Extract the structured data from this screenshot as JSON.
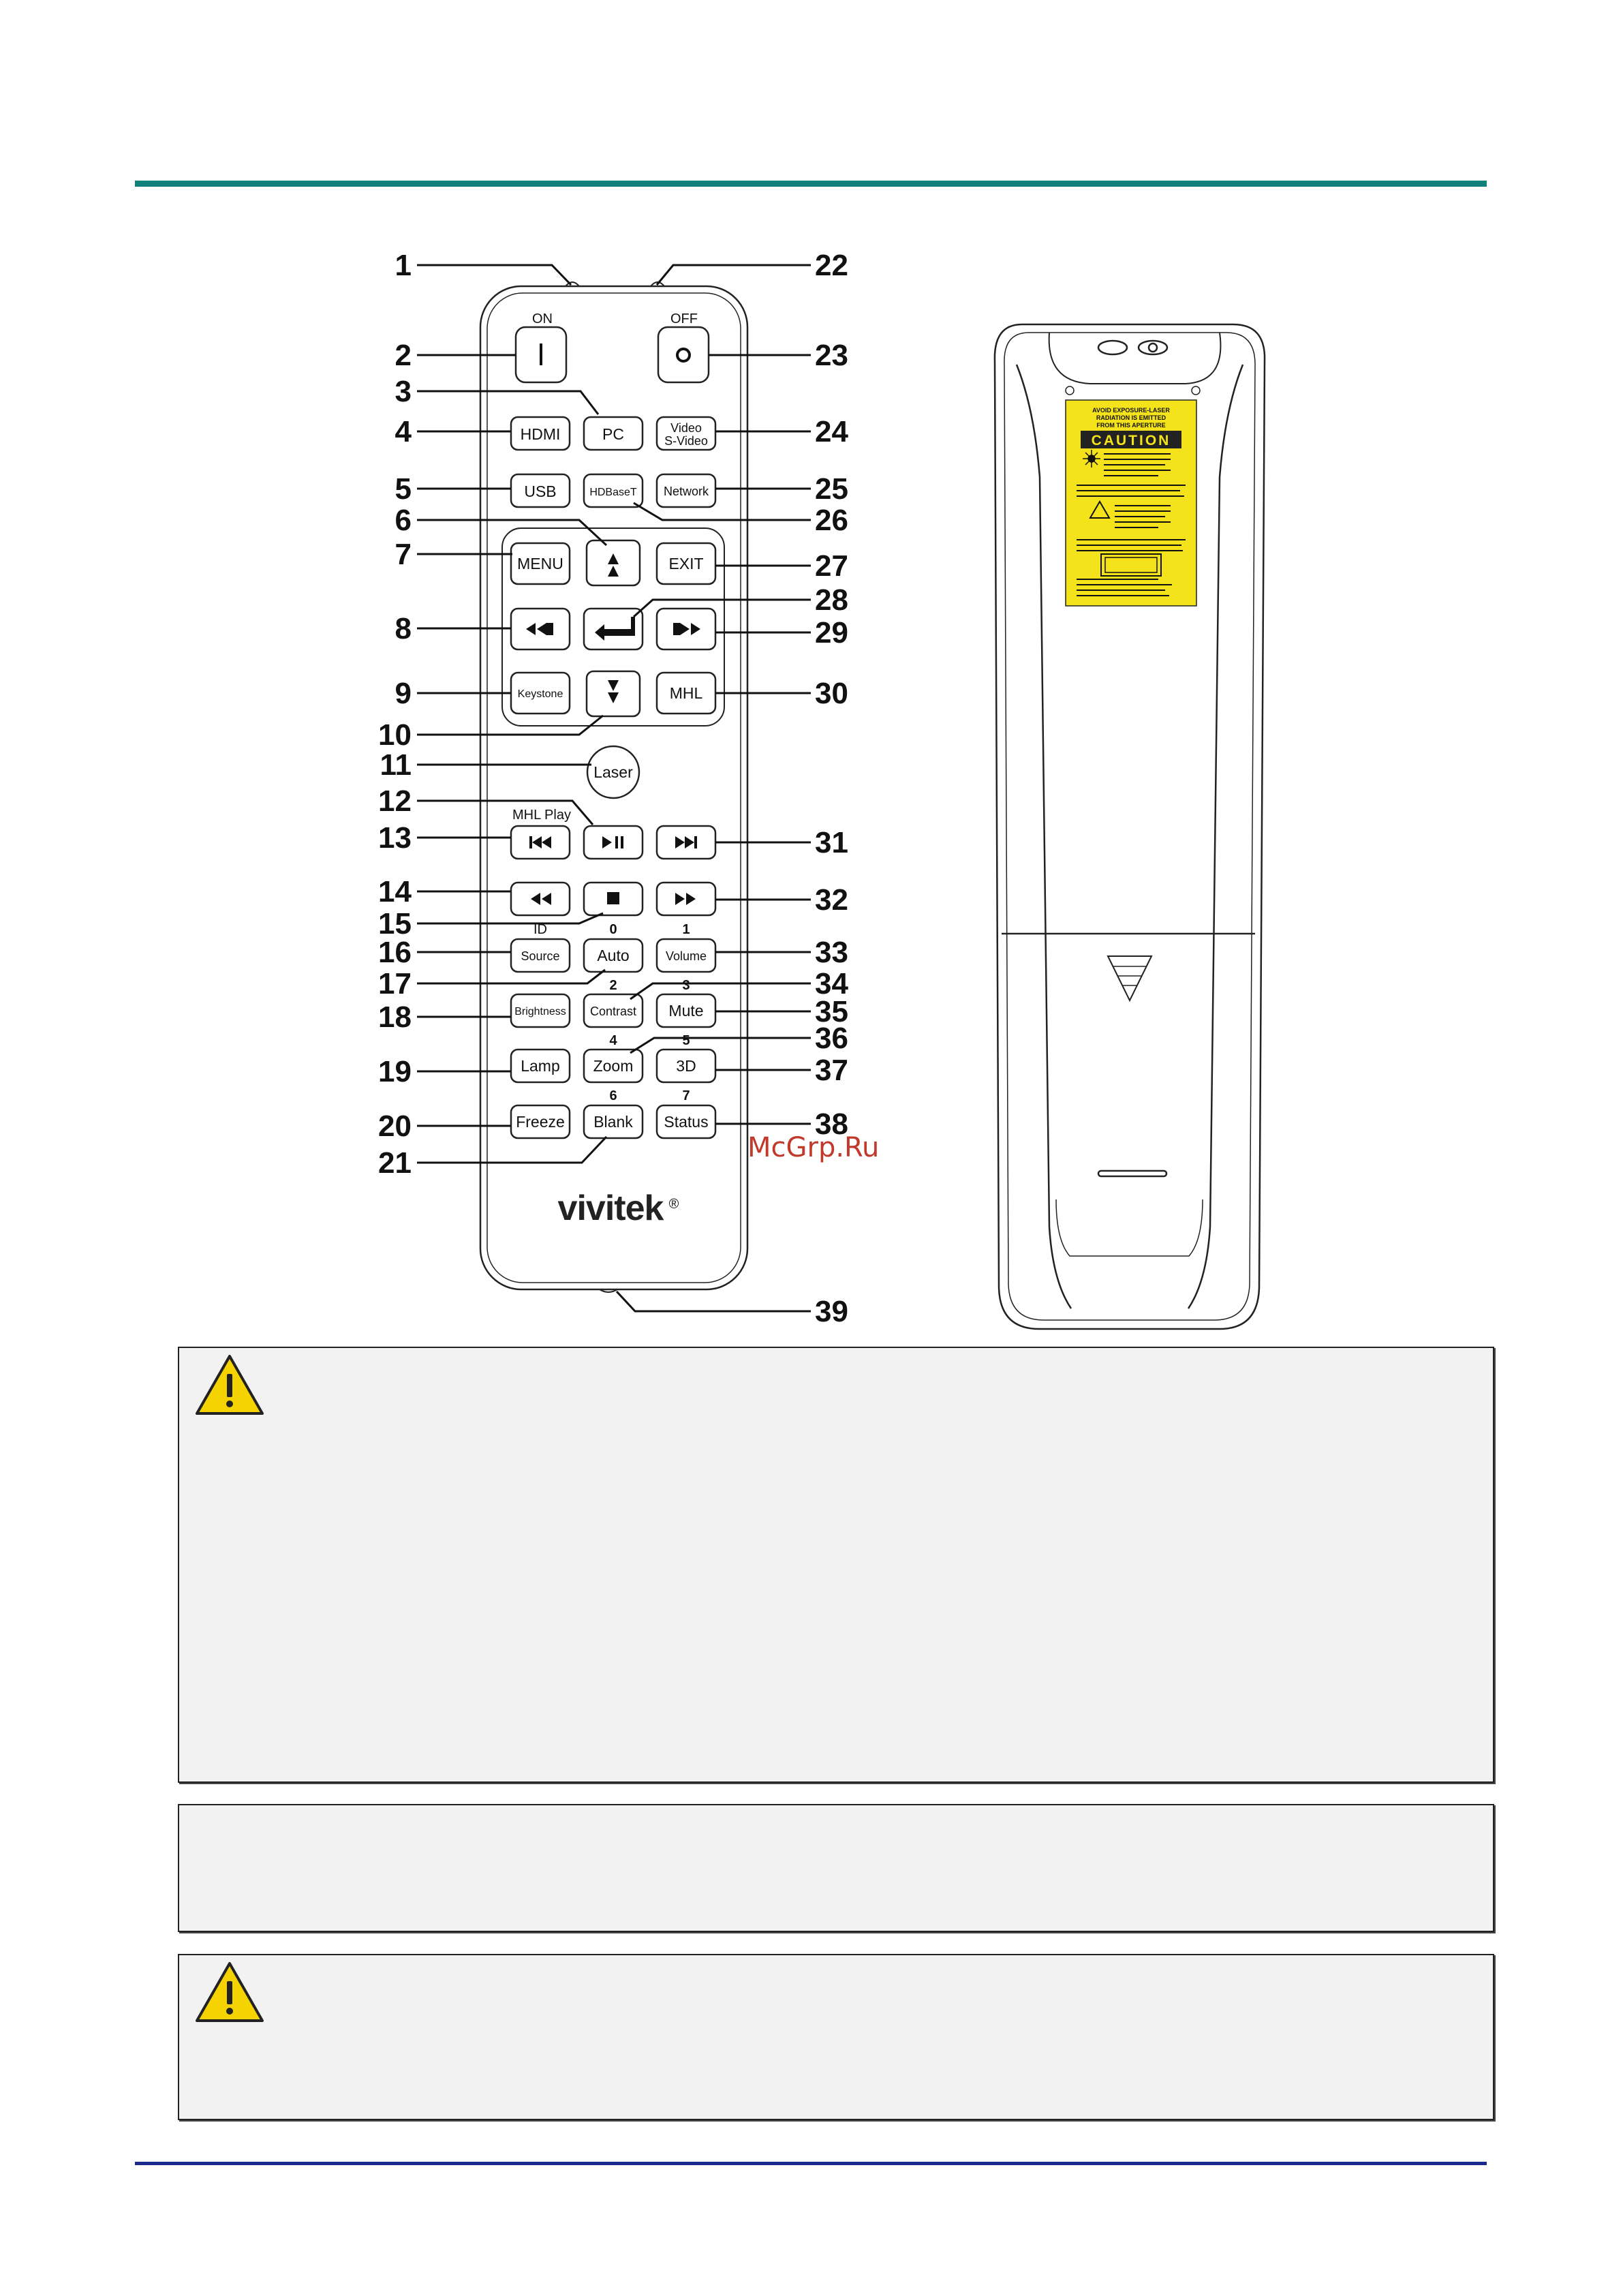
{
  "watermark": "McGrp.Ru",
  "brand": "vivitek",
  "brand_mark": "®",
  "remote_front": {
    "above_labels": {
      "on": "ON",
      "off": "OFF",
      "mhl_play": "MHL  Play",
      "id": "ID",
      "n0": "0",
      "n1": "1",
      "n2": "2",
      "n3": "3",
      "n4": "4",
      "n5": "5",
      "n6": "6",
      "n7": "7"
    },
    "keys": {
      "hdmi": "HDMI",
      "pc": "PC",
      "video_line1": "Video",
      "video_line2": "S-Video",
      "usb": "USB",
      "hdbaset": "HDBaseT",
      "network": "Network",
      "menu": "MENU",
      "exit": "EXIT",
      "keystone": "Keystone",
      "mhl": "MHL",
      "laser": "Laser",
      "source": "Source",
      "auto": "Auto",
      "volume": "Volume",
      "brightness": "Brightness",
      "contrast": "Contrast",
      "mute": "Mute",
      "lamp": "Lamp",
      "zoom": "Zoom",
      "threed": "3D",
      "freeze": "Freeze",
      "blank": "Blank",
      "status": "Status"
    }
  },
  "callouts": {
    "c1": "1",
    "c2": "2",
    "c3": "3",
    "c4": "4",
    "c5": "5",
    "c6": "6",
    "c7": "7",
    "c8": "8",
    "c9": "9",
    "c10": "10",
    "c11": "11",
    "c12": "12",
    "c13": "13",
    "c14": "14",
    "c15": "15",
    "c16": "16",
    "c17": "17",
    "c18": "18",
    "c19": "19",
    "c20": "20",
    "c21": "21",
    "c22": "22",
    "c23": "23",
    "c24": "24",
    "c25": "25",
    "c26": "26",
    "c27": "27",
    "c28": "28",
    "c29": "29",
    "c30": "30",
    "c31": "31",
    "c32": "32",
    "c33": "33",
    "c34": "34",
    "c35": "35",
    "c36": "36",
    "c37": "37",
    "c38": "38",
    "c39": "39"
  },
  "remote_back": {
    "label_lines": [
      "AVOID EXPOSURE-LASER",
      "RADIATION IS EMITTED",
      "FROM THIS APERTURE"
    ],
    "caution": "CAUTION"
  },
  "icons": {
    "warning": "warning-triangle-icon",
    "label_warning": "laser-warning-icon"
  },
  "colors": {
    "top_rule": "#12817c",
    "bottom_rule": "#1c2a8c",
    "note_bg": "#f2f2f2",
    "warning_fill": "#f5d300",
    "label_yellow": "#f4e21a",
    "watermark": "#c0392b"
  }
}
